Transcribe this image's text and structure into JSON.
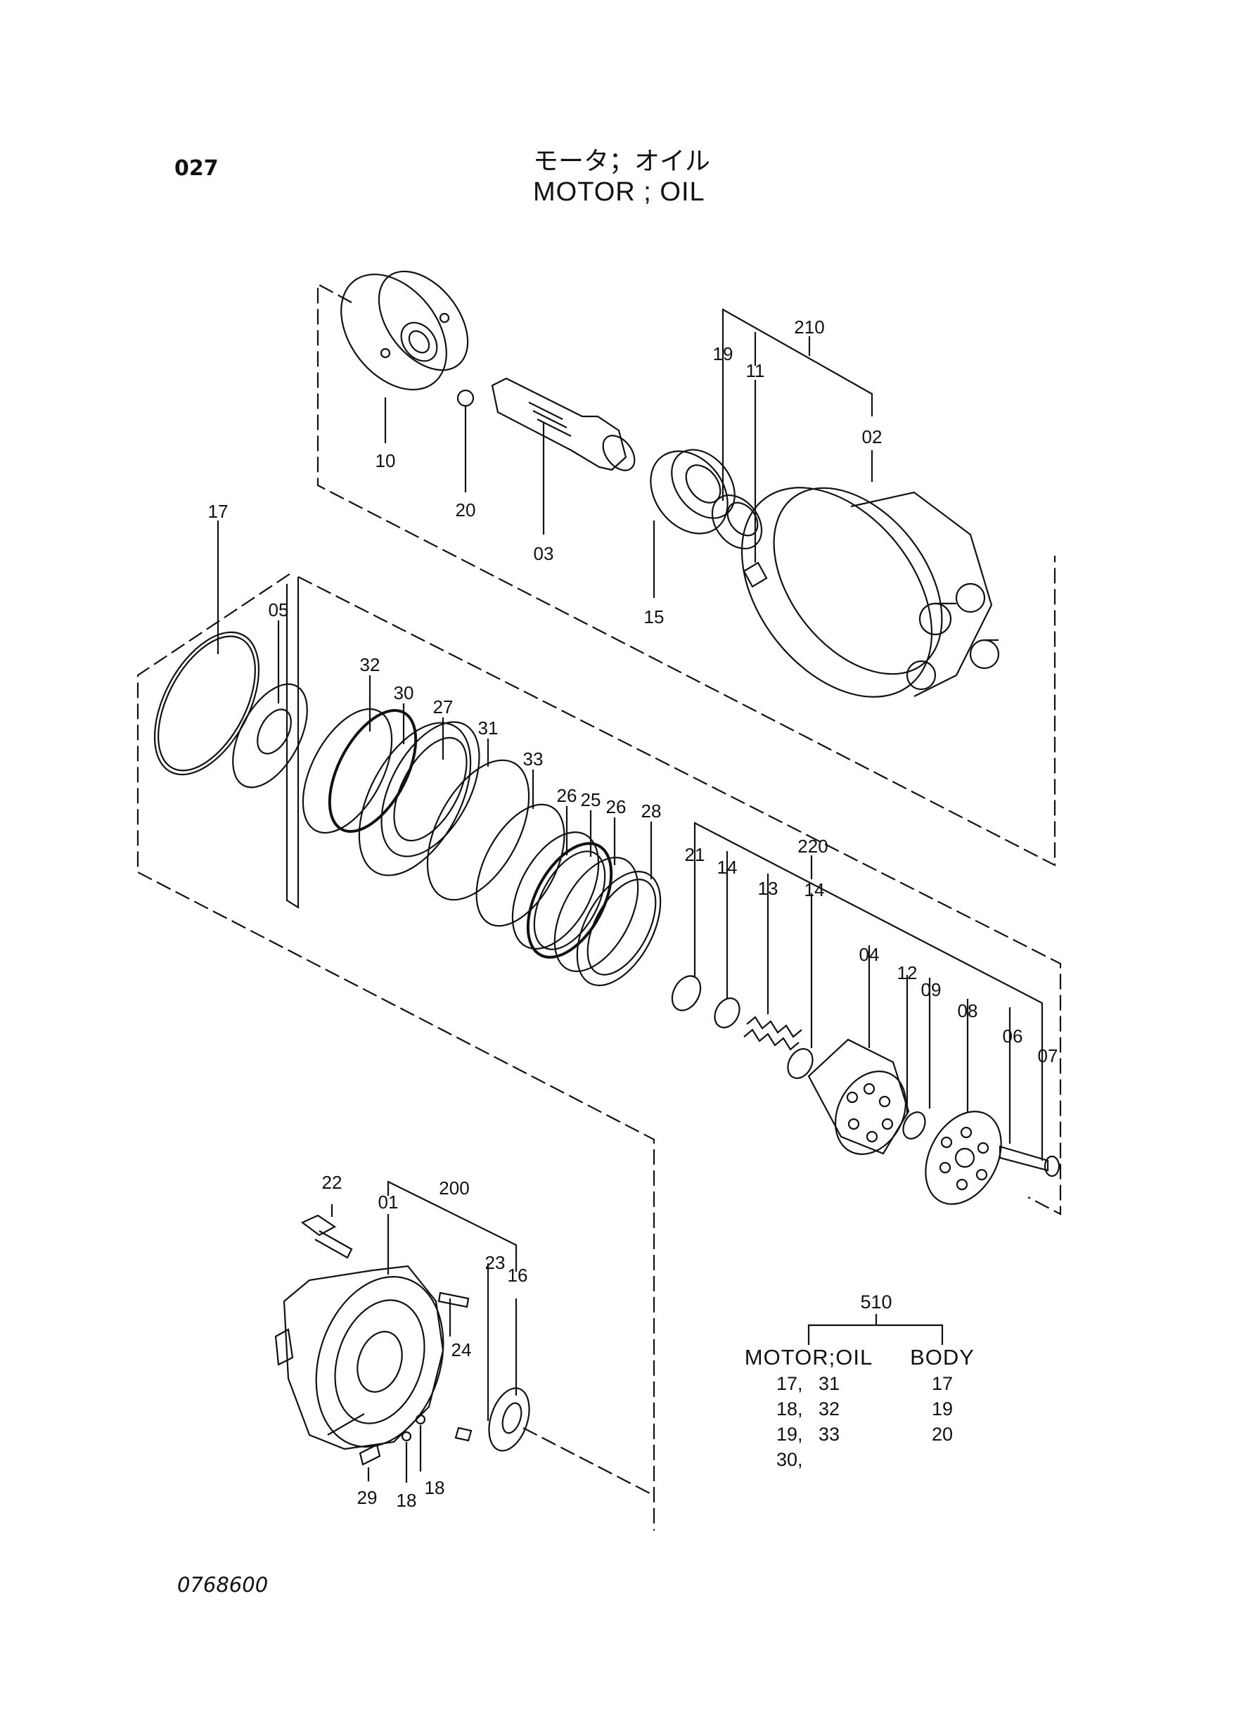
{
  "header": {
    "page_number": "027",
    "title_jp": "モータ；オイル",
    "title_en": "MOTOR ; OIL"
  },
  "footer": {
    "drawing_number": "0768600"
  },
  "callouts": {
    "c10": "10",
    "c20": "20",
    "c03": "03",
    "c15": "15",
    "c19a": "19",
    "c11": "11",
    "c210": "210",
    "c02": "02",
    "c17": "17",
    "c05": "05",
    "c32": "32",
    "c30": "30",
    "c27": "27",
    "c31": "31",
    "c33": "33",
    "c26a": "26",
    "c25": "25",
    "c26b": "26",
    "c28": "28",
    "c21": "21",
    "c14a": "14",
    "c13": "13",
    "c220": "220",
    "c14b": "14",
    "c04": "04",
    "c12": "12",
    "c09": "09",
    "c08": "08",
    "c06": "06",
    "c07": "07",
    "c22": "22",
    "c01": "01",
    "c200": "200",
    "c23": "23",
    "c16": "16",
    "c24": "24",
    "c29": "29",
    "c18a": "18",
    "c18b": "18"
  },
  "kit_table": {
    "kit_number": "510",
    "col1_header": "MOTOR;OIL",
    "col2_header": "BODY",
    "col1_rows": [
      "17,   31",
      "18,   32",
      "19,   33",
      "30,"
    ],
    "col2_rows": [
      "17",
      "19",
      "20"
    ]
  }
}
